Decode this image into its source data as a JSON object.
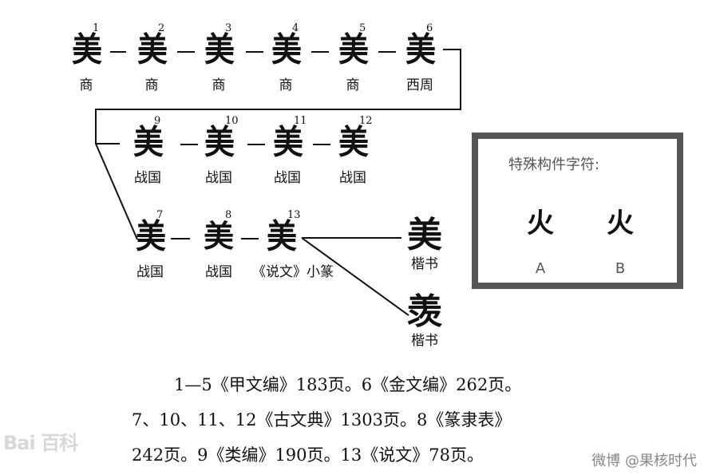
{
  "rows": {
    "row1": [
      {
        "num": "1",
        "glyph": "美",
        "period": "商"
      },
      {
        "num": "2",
        "glyph": "美",
        "period": "商"
      },
      {
        "num": "3",
        "glyph": "美",
        "period": "商"
      },
      {
        "num": "4",
        "glyph": "美",
        "period": "商"
      },
      {
        "num": "5",
        "glyph": "美",
        "period": "商"
      },
      {
        "num": "6",
        "glyph": "美",
        "period": "西周"
      }
    ],
    "row2": [
      {
        "num": "9",
        "glyph": "美",
        "period": "战国"
      },
      {
        "num": "10",
        "glyph": "美",
        "period": "战国"
      },
      {
        "num": "11",
        "glyph": "美",
        "period": "战国"
      },
      {
        "num": "12",
        "glyph": "美",
        "period": "战国"
      }
    ],
    "row3": [
      {
        "num": "7",
        "glyph": "美",
        "period": "战国"
      },
      {
        "num": "8",
        "glyph": "美",
        "period": "战国"
      },
      {
        "num": "13",
        "glyph": "美",
        "period": "《说文》小篆"
      }
    ]
  },
  "kaishu": [
    {
      "glyph": "美",
      "label": "楷书"
    },
    {
      "glyph": "羡",
      "label": "楷书"
    }
  ],
  "panel": {
    "title": "特殊构件字符:",
    "components": [
      {
        "glyph": "火",
        "label": "A"
      },
      {
        "glyph": "火",
        "label": "B"
      }
    ]
  },
  "references": [
    "1—5《甲文编》183页。6《金文编》262页。",
    "7、10、11、12《古文典》1303页。8《篆隶表》",
    "242页。9《类编》190页。13《说文》78页。"
  ],
  "watermarks": {
    "left": "Bai 百科",
    "right": "微博 @果核时代"
  }
}
